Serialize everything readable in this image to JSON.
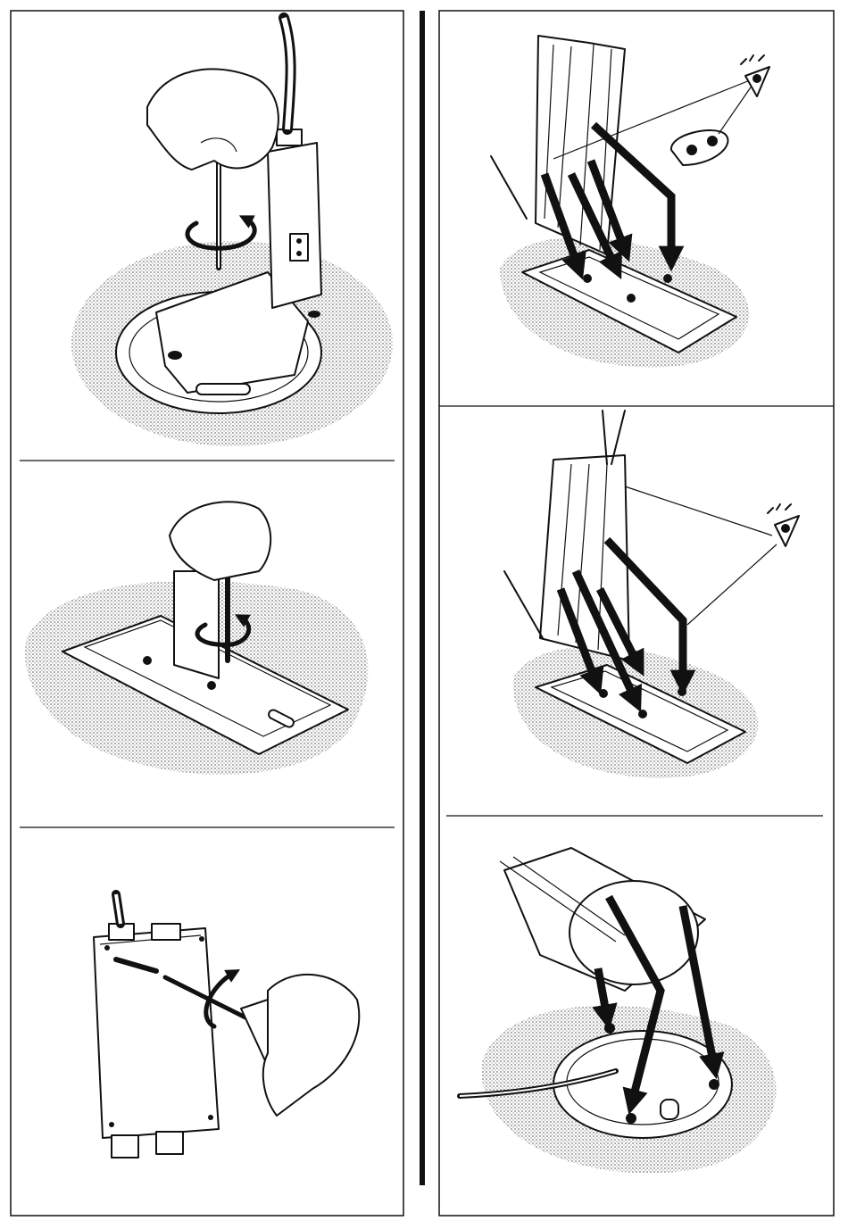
{
  "document": {
    "type": "installation-instruction-sheet",
    "panels": [
      {
        "id": "p1",
        "icon": "hand-allen-key-icon"
      },
      {
        "id": "p2",
        "icon": "hand-allen-key-icon"
      },
      {
        "id": "p3",
        "icon": "screwdriver-icon"
      },
      {
        "id": "p4",
        "icon": "inspect-eye-icon"
      },
      {
        "id": "p5",
        "icon": "inspect-eye-icon"
      },
      {
        "id": "p6",
        "icon": "pillar-mounting-icon"
      }
    ]
  }
}
